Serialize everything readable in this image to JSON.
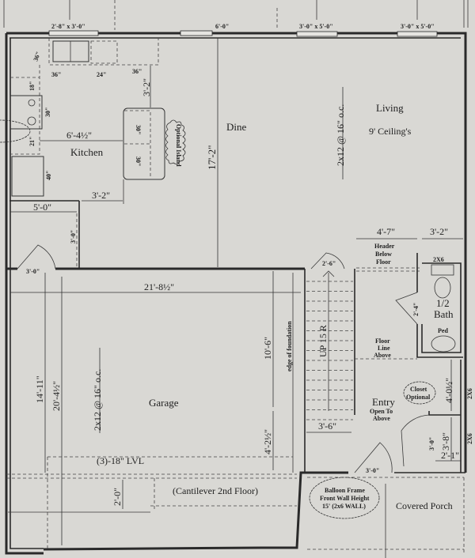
{
  "colors": {
    "paper": "#d9d8d4",
    "ink": "#1f1f1f"
  },
  "rooms": {
    "kitchen": "Kitchen",
    "dine": "Dine",
    "living": "Living",
    "living_note": "9' Ceiling's",
    "garage": "Garage",
    "bath": "1/2 Bath",
    "bath_line1": "1/2",
    "bath_line2": "Bath",
    "entry": "Entry",
    "entry_note": "Open To Above",
    "entry_note1": "Open To",
    "entry_note2": "Above",
    "porch": "Covered Porch"
  },
  "notes": {
    "optional_island": "Optional Island",
    "joist_living": "2x12 @ 16\" o.c.",
    "joist_garage": "2x12 @ 16\" o.c.",
    "header1": "Header",
    "header2": "Below",
    "header3": "Floor",
    "floor_line1": "Floor",
    "floor_line2": "Line",
    "floor_line3": "Above",
    "stairs": "UP 15 R",
    "edge_foundation": "edge of foundation",
    "lvl": "(3)-18\" LVL",
    "cantilever": "(Cantilever 2nd Floor)",
    "closet1": "Closet",
    "closet2": "Optional",
    "balloon1": "Balloon Frame",
    "balloon2": "Front Wall Height",
    "balloon3": "15'  (2x6 WALL)",
    "ped": "Ped",
    "wall_2x6": "2X6"
  },
  "windows": {
    "kitchen": "2'-8\" x 3'-0\"",
    "dine": "6'-0\"",
    "living1": "3'-0\" x 5'-0\"",
    "living2": "3'-0\" x 5'-0\""
  },
  "dimensions": {
    "d36a": "36\"",
    "d36b": "36\"",
    "d24": "24\"",
    "d36c": "36\"",
    "d18": "18\"",
    "d30": "30\"",
    "d21": "21\"",
    "d40": "40\"",
    "island30a": "30\"",
    "island30b": "30\"",
    "k_island_gap": "3'-2\"",
    "k_width": "6'-4½\"",
    "k_bottom": "3'-2\"",
    "pantry": "5'-0\"",
    "dine_len": "17'-2\"",
    "door_small": "3'-0\"",
    "door_garage": "3'-0\"",
    "garage_width": "21'-8½\"",
    "garage_14": "14'-11\"",
    "garage_20": "20'-4½\"",
    "d10_6": "10'-6\"",
    "d4_2": "4'-2½\"",
    "d2_0": "2'-0\"",
    "stair_door": "2'-6\"",
    "stair_width": "3'-6\"",
    "hall": "4'-7\"",
    "bath_w": "3'-2\"",
    "bath_door": "2'-4\"",
    "closet_h": "4'-0½\"",
    "closet_door": "3'-0\"",
    "closet_d": "3'-8\"",
    "closet_w": "2'-1\"",
    "front_door": "3'-0\""
  }
}
